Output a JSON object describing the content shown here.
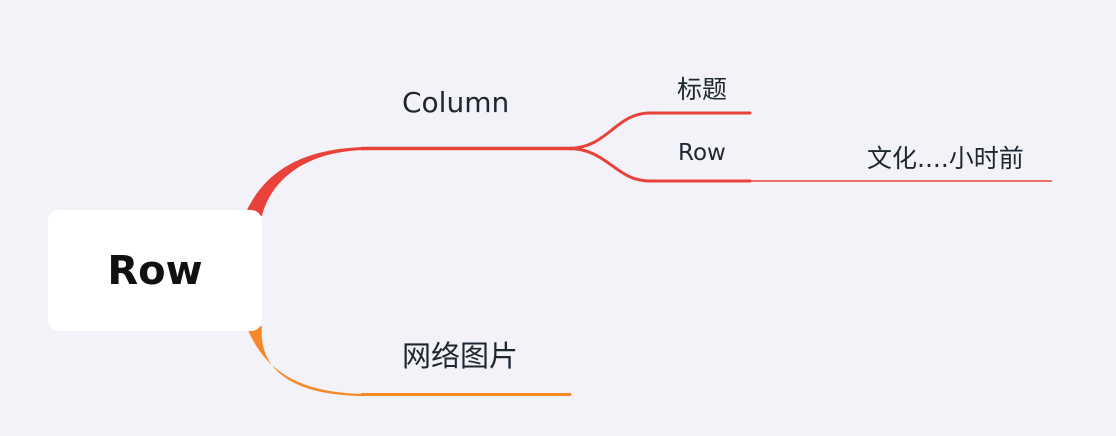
{
  "mindmap": {
    "root": {
      "label": "Row"
    },
    "branches": [
      {
        "label": "Column",
        "color": "#e8423a",
        "children": [
          {
            "label": "标题"
          },
          {
            "label": "Row",
            "children": [
              {
                "label": "文化....小时前"
              }
            ]
          }
        ]
      },
      {
        "label": "网络图片",
        "color": "#f5892a"
      }
    ]
  }
}
